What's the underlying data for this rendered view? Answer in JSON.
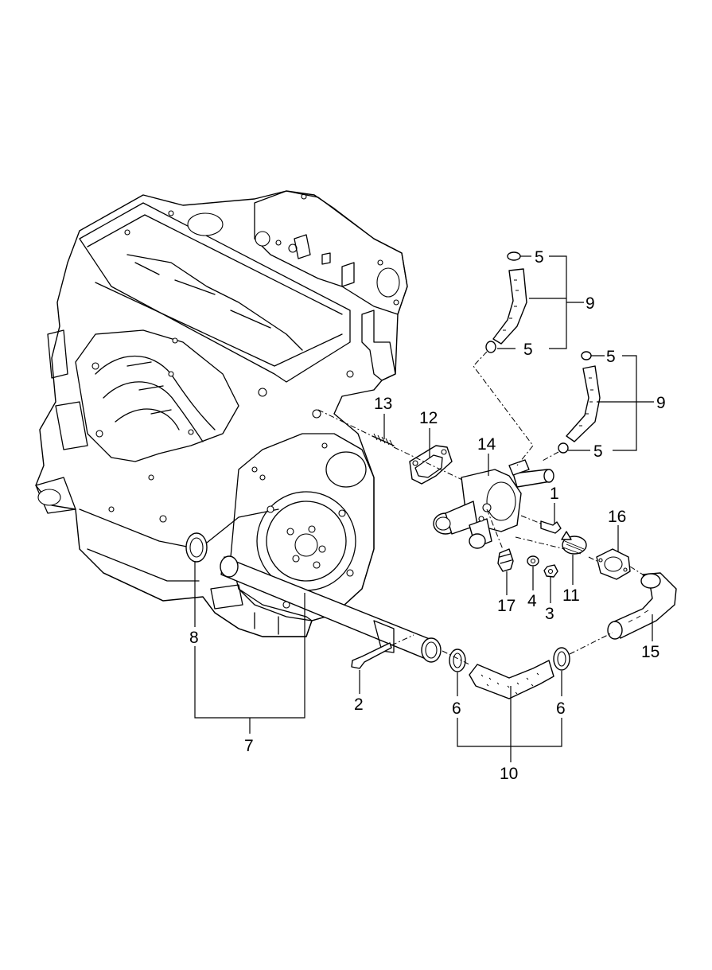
{
  "diagram": {
    "callouts": {
      "c1": "1",
      "c2": "2",
      "c3": "3",
      "c4": "4",
      "c5a": "5",
      "c5b": "5",
      "c5c": "5",
      "c5d": "5",
      "c6a": "6",
      "c6b": "6",
      "c7": "7",
      "c8": "8",
      "c9a": "9",
      "c9b": "9",
      "c10": "10",
      "c11": "11",
      "c12": "12",
      "c13": "13",
      "c14": "14",
      "c15": "15",
      "c16": "16",
      "c17": "17"
    }
  }
}
